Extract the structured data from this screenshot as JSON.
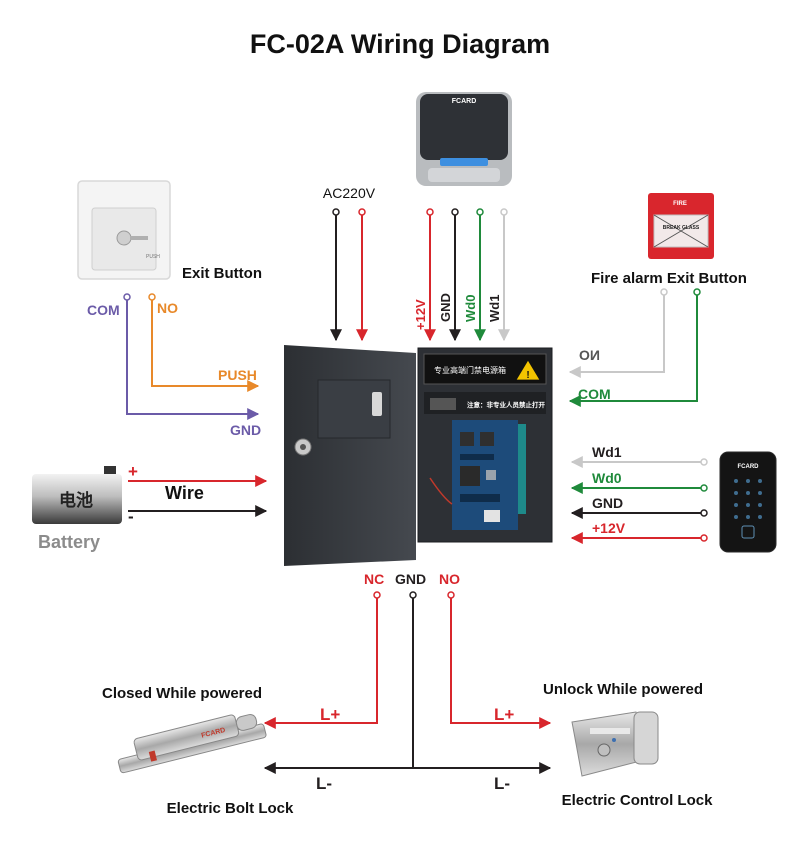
{
  "title": "FC-02A Wiring Diagram",
  "power": {
    "label": "AC220V"
  },
  "card_reader": {
    "brand": "FCARD",
    "terminals": [
      "+12V",
      "GND",
      "Wd0",
      "Wd1"
    ]
  },
  "exit_button": {
    "label": "Exit Button",
    "face_text": "PUSH",
    "com_label": "COM",
    "no_label": "NO",
    "push_label": "PUSH",
    "gnd_label": "GND"
  },
  "fire_alarm": {
    "label": "Fire alarm Exit Button",
    "face_text": "FIRE",
    "glass_text": "BREAK GLASS",
    "no_label": "NO",
    "com_label": "COM"
  },
  "battery": {
    "chinese_label": "电池",
    "label": "Battery",
    "wire_label": "Wire",
    "plus": "+",
    "minus": "-"
  },
  "controller": {
    "panel_title": "专业高端门禁电源箱",
    "panel_notice": "注意：非专业人员禁止打开"
  },
  "keypad": {
    "brand": "FCARD",
    "terminals": [
      "Wd1",
      "Wd0",
      "GND",
      "+12V"
    ]
  },
  "relay": {
    "nc": "NC",
    "gnd": "GND",
    "no": "NO"
  },
  "bolt_lock": {
    "heading": "Closed While powered",
    "label": "Electric Bolt Lock",
    "brand": "FCARD",
    "lplus": "L+",
    "lminus": "L-"
  },
  "control_lock": {
    "heading": "Unlock While powered",
    "label": "Electric Control Lock",
    "lplus": "L+",
    "lminus": "L-"
  },
  "colors": {
    "red": "#d8262c",
    "black": "#231f20",
    "green": "#1f8a3b",
    "grey": "#c8c8c8",
    "purple": "#6b5ba8",
    "orange": "#e8892a"
  }
}
